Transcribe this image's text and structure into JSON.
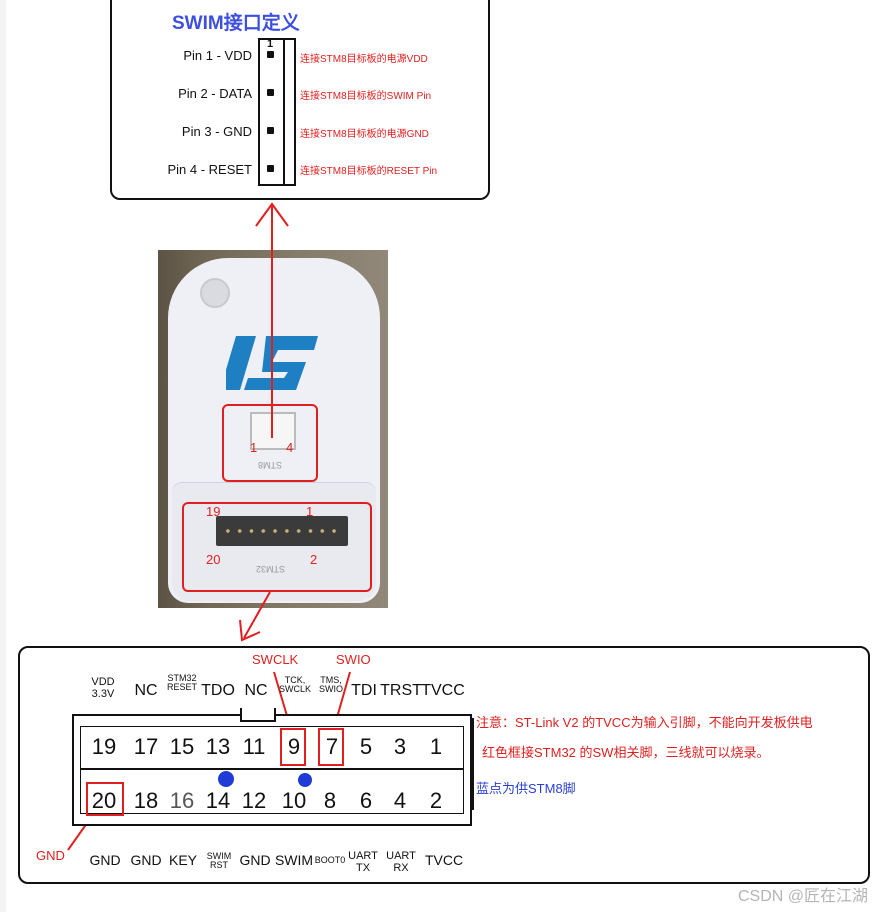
{
  "swim": {
    "title": "SWIM接口定义",
    "pin1_marker": "1",
    "pins": [
      {
        "label": "Pin 1 - VDD",
        "note": "连接STM8目标板的电源VDD"
      },
      {
        "label": "Pin 2 - DATA",
        "note": "连接STM8目标板的SWIM Pin"
      },
      {
        "label": "Pin 3 - GND",
        "note": "连接STM8目标板的电源GND"
      },
      {
        "label": "Pin 4 - RESET",
        "note": "连接STM8目标板的RESET Pin"
      }
    ]
  },
  "photo": {
    "swim_pin_left": "1",
    "swim_pin_right": "4",
    "swim_port_label": "STM8",
    "jtag_top_left": "19",
    "jtag_top_right": "1",
    "jtag_bottom_left": "20",
    "jtag_bottom_right": "2",
    "jtag_port_label": "STM32"
  },
  "jtag": {
    "top_labels": [
      "VDD 3.3V",
      "NC",
      "STM32 RESET",
      "TDO",
      "NC",
      "TCK, SWCLK",
      "TMS, SWIO",
      "TDI",
      "TRST",
      "TVCC"
    ],
    "top_row": [
      "19",
      "17",
      "15",
      "13",
      "11",
      "9",
      "7",
      "5",
      "3",
      "1"
    ],
    "bottom_row": [
      "20",
      "18",
      "16",
      "14",
      "12",
      "10",
      "8",
      "6",
      "4",
      "2"
    ],
    "bottom_labels": [
      "GND",
      "GND",
      "KEY",
      "SWIM RST",
      "GND",
      "SWIM",
      "BOOT0",
      "UART TX",
      "UART RX",
      "TVCC"
    ],
    "callout_swclk": "SWCLK",
    "callout_swio": "SWIO",
    "callout_gnd": "GND",
    "note_line1": "注意：ST-Link V2 的TVCC为输入引脚，不能向开发板供电",
    "note_line2": "红色框接STM32 的SW相关脚，三线就可以烧录。",
    "note_blue": "蓝点为供STM8脚"
  },
  "watermark": "CSDN @匠在江湖",
  "colors": {
    "accent_red": "#e02020",
    "title_blue": "#3d4fe0",
    "dot_blue": "#1f3dd6"
  }
}
